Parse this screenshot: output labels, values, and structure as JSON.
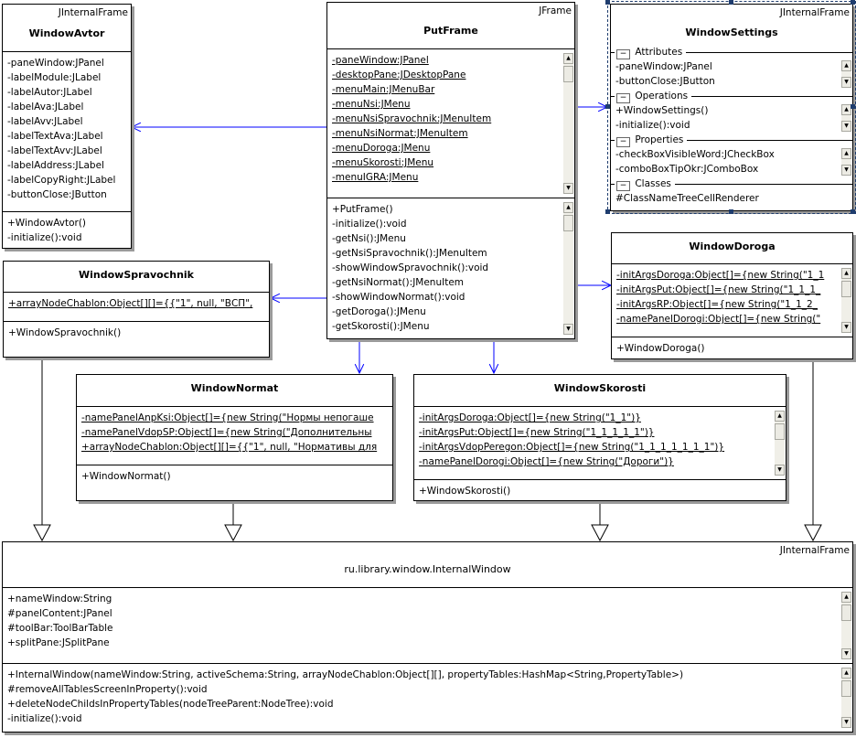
{
  "classes": [
    {
      "id": "WindowAvtor",
      "name": "WindowAvtor",
      "stereotype": "JInternalFrame",
      "attributes": [
        {
          "text": "-paneWindow:JPanel"
        },
        {
          "text": "-labelModule:JLabel"
        },
        {
          "text": "-labelAutor:JLabel"
        },
        {
          "text": "-labelAva:JLabel"
        },
        {
          "text": "-labelAvv:JLabel"
        },
        {
          "text": "-labelTextAva:JLabel"
        },
        {
          "text": "-labelTextAvv:JLabel"
        },
        {
          "text": "-labelAddress:JLabel"
        },
        {
          "text": "-labelCopyRight:JLabel"
        },
        {
          "text": "-buttonClose:JButton"
        }
      ],
      "operations": [
        {
          "text": "+WindowAvtor()"
        },
        {
          "text": "-initialize():void"
        }
      ]
    },
    {
      "id": "PutFrame",
      "name": "PutFrame",
      "stereotype": "JFrame",
      "attributes": [
        {
          "text": "-paneWindow:JPanel",
          "static": true
        },
        {
          "text": "-desktopPane:JDesktopPane",
          "static": true
        },
        {
          "text": "-menuMain:JMenuBar",
          "static": true
        },
        {
          "text": "-menuNsi:JMenu",
          "static": true
        },
        {
          "text": "-menuNsiSpravochnik:JMenuItem",
          "static": true
        },
        {
          "text": "-menuNsiNormat:JMenuItem",
          "static": true
        },
        {
          "text": "-menuDoroga:JMenu",
          "static": true
        },
        {
          "text": "-menuSkorosti:JMenu",
          "static": true
        },
        {
          "text": "-menuIGRA:JMenu",
          "static": true
        }
      ],
      "operations": [
        {
          "text": "+PutFrame()"
        },
        {
          "text": "-initialize():void"
        },
        {
          "text": "-getNsi():JMenu"
        },
        {
          "text": "-getNsiSpravochnik():JMenuItem"
        },
        {
          "text": "-showWindowSpravochnik():void"
        },
        {
          "text": "-getNsiNormat():JMenuItem"
        },
        {
          "text": "-showWindowNormat():void"
        },
        {
          "text": "-getDoroga():JMenu"
        },
        {
          "text": "-getSkorosti():JMenu"
        }
      ]
    },
    {
      "id": "WindowSpravochnik",
      "name": "WindowSpravochnik",
      "stereotype": "",
      "attributes": [
        {
          "text": "+arrayNodeChablon:Object[][]={{\"1\", null, \"ВСП\",",
          "static": true
        }
      ],
      "operations": [
        {
          "text": "+WindowSpravochnik()"
        }
      ]
    },
    {
      "id": "WindowNormat",
      "name": "WindowNormat",
      "stereotype": "",
      "attributes": [
        {
          "text": "-namePanelAnpKsi:Object[]={new String(\"Нормы непогаше",
          "static": true
        },
        {
          "text": "-namePanelVdopSP:Object[]={new String(\"Дополнительны",
          "static": true
        },
        {
          "text": "+arrayNodeChablon:Object[][]={{\"1\", null, \"Нормативы для",
          "static": true
        }
      ],
      "operations": [
        {
          "text": "+WindowNormat()"
        }
      ]
    },
    {
      "id": "WindowSkorosti",
      "name": "WindowSkorosti",
      "stereotype": "",
      "attributes": [
        {
          "text": "-initArgsDoroga:Object[]={new String(\"1_1\")}",
          "static": true
        },
        {
          "text": "-initArgsPut:Object[]={new String(\"1_1_1_1_1\")}",
          "static": true
        },
        {
          "text": "-initArgsVdopPeregon:Object[]={new String(\"1_1_1_1_1_1_1\")}",
          "static": true
        },
        {
          "text": "-namePanelDorogi:Object[]={new String(\"Дороги\")}",
          "static": true
        }
      ],
      "operations": [
        {
          "text": "+WindowSkorosti()"
        }
      ]
    },
    {
      "id": "WindowDoroga",
      "name": "WindowDoroga",
      "stereotype": "",
      "attributes": [
        {
          "text": "-initArgsDoroga:Object[]={new String(\"1_1",
          "static": true
        },
        {
          "text": "-initArgsPut:Object[]={new String(\"1_1_1_",
          "static": true
        },
        {
          "text": "-initArgsRP:Object[]={new String(\"1_1_2_",
          "static": true
        },
        {
          "text": "-namePanelDorogi:Object[]={new String(\"",
          "static": true
        }
      ],
      "operations": [
        {
          "text": "+WindowDoroga()"
        }
      ]
    },
    {
      "id": "InternalWindow",
      "name": "ru.library.window.InternalWindow",
      "stereotype": "JInternalFrame",
      "attributes": [
        {
          "text": "+nameWindow:String"
        },
        {
          "text": "#panelContent:JPanel"
        },
        {
          "text": "#toolBar:ToolBarTable"
        },
        {
          "text": "+splitPane:JSplitPane"
        }
      ],
      "operations": [
        {
          "text": "+InternalWindow(nameWindow:String, activeSchema:String, arrayNodeChablon:Object[][], propertyTables:HashMap<String,PropertyTable>)"
        },
        {
          "text": "#removeAllTablesScreenInProperty():void"
        },
        {
          "text": "+deleteNodeChildsInPropertyTables(nodeTreeParent:NodeTree):void"
        },
        {
          "text": "-initialize():void"
        }
      ]
    }
  ],
  "settings_class": {
    "name": "WindowSettings",
    "stereotype": "JInternalFrame",
    "selected": true,
    "sections": [
      {
        "title": "Attributes",
        "collapse_icon": "minus-box-icon",
        "items": [
          "-paneWindow:JPanel",
          "-buttonClose:JButton"
        ]
      },
      {
        "title": "Operations",
        "collapse_icon": "minus-box-icon",
        "items": [
          "+WindowSettings()",
          "-initialize():void"
        ]
      },
      {
        "title": "Properties",
        "collapse_icon": "minus-box-icon",
        "items": [
          "-checkBoxVisibleWord:JCheckBox",
          "-comboBoxTipOkr:JComboBox"
        ]
      },
      {
        "title": "Classes",
        "collapse_icon": "minus-box-icon",
        "items": [
          "#ClassNameTreeCellRenderer"
        ]
      }
    ]
  },
  "relations": {
    "dependencies": [
      {
        "from": "PutFrame",
        "to": "WindowAvtor"
      },
      {
        "from": "PutFrame",
        "to": "WindowSettings"
      },
      {
        "from": "PutFrame",
        "to": "WindowSpravochnik"
      },
      {
        "from": "PutFrame",
        "to": "WindowDoroga"
      },
      {
        "from": "PutFrame",
        "to": "WindowNormat"
      },
      {
        "from": "PutFrame",
        "to": "WindowSkorosti"
      }
    ],
    "generalizations": [
      {
        "from": "WindowSpravochnik",
        "to": "InternalWindow"
      },
      {
        "from": "WindowNormat",
        "to": "InternalWindow"
      },
      {
        "from": "WindowSkorosti",
        "to": "InternalWindow"
      },
      {
        "from": "WindowDoroga",
        "to": "InternalWindow"
      }
    ],
    "colors": {
      "dependency": "#0000ff",
      "generalization": "#000000",
      "selection": "#1f3d6e"
    }
  }
}
